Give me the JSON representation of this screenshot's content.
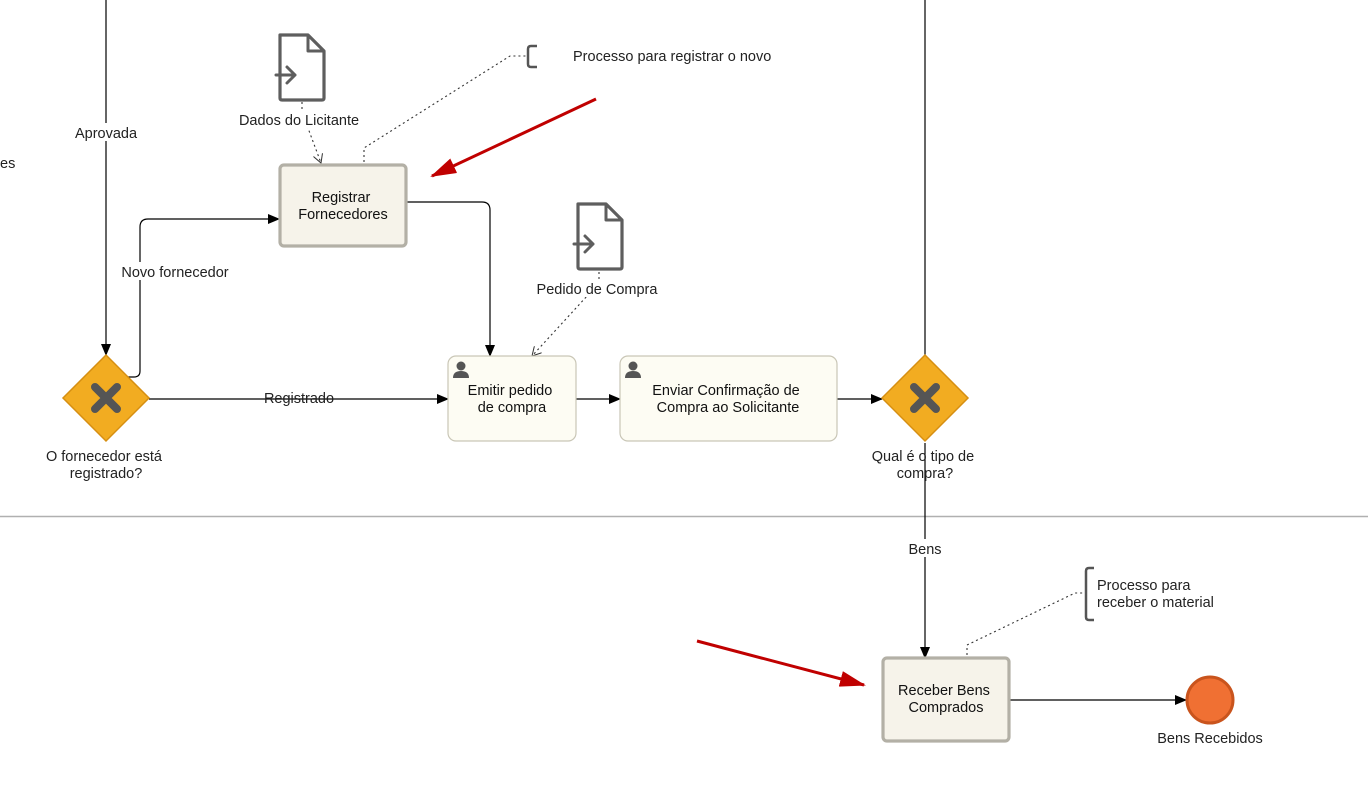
{
  "diagram": {
    "lane_partial_label": "es",
    "tasks": {
      "registrar": "Registrar\nFornecedores",
      "emitir": "Emitir pedido\nde compra",
      "enviar": "Enviar Confirmação de\nCompra ao Solicitante",
      "receber": "Receber Bens\nComprados"
    },
    "gateways": {
      "fornecedor": "O fornecedor está\nregistrado?",
      "tipo": "Qual é o tipo de\ncompra?"
    },
    "data_objects": {
      "licitante": "Dados do Licitante",
      "pedido": "Pedido de Compra"
    },
    "flows": {
      "aprovada": "Aprovada",
      "novo": "Novo fornecedor",
      "registrado": "Registrado",
      "bens": "Bens"
    },
    "annotations": {
      "registrar": "Processo para registrar o novo",
      "receber": "Processo para\nreceber o material"
    },
    "end_event": "Bens Recebidos",
    "colors": {
      "gateway": "#f2ac21",
      "gateway_cross": "#555555",
      "end_event": "#f07033",
      "highlight_arrow": "#c00000",
      "task_fill": "#fdfcf3",
      "lane_divider": "#b0b0b0"
    }
  }
}
